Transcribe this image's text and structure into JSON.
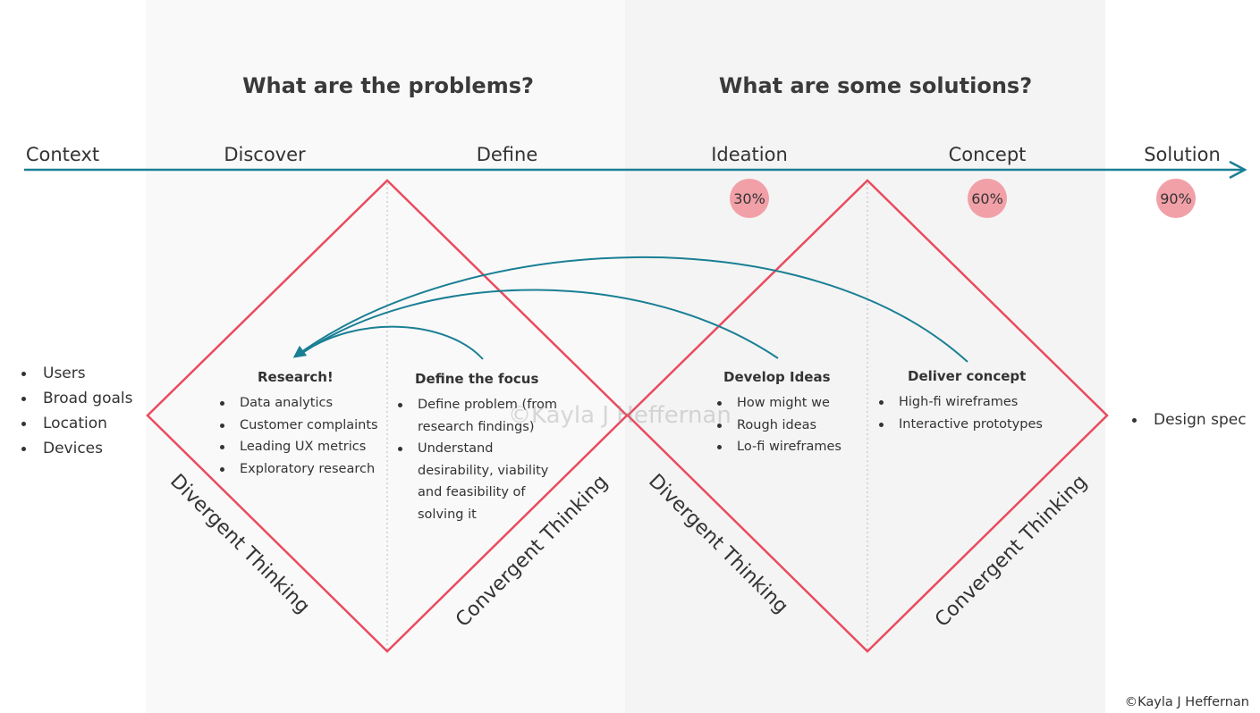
{
  "colors": {
    "timeline": "#1a7f94",
    "diamond": "#e94b5f",
    "badge": "#f2a0a8"
  },
  "headings": {
    "problems": "What are the problems?",
    "solutions": "What are some solutions?"
  },
  "phases": {
    "context": "Context",
    "discover": "Discover",
    "define": "Define",
    "ideation": "Ideation",
    "concept": "Concept",
    "solution": "Solution"
  },
  "badges": {
    "ideation": "30%",
    "concept": "60%",
    "solution": "90%"
  },
  "context_items": [
    "Users",
    "Broad goals",
    "Location",
    "Devices"
  ],
  "research": {
    "title": "Research!",
    "items": [
      "Data analytics",
      "Customer complaints",
      "Leading UX metrics",
      "Exploratory research"
    ]
  },
  "define_focus": {
    "title": "Define the focus",
    "items": [
      "Define problem (from research findings)",
      "Understand desirability, viability and feasibility of solving it"
    ]
  },
  "develop_ideas": {
    "title": "Develop Ideas",
    "items": [
      "How might we",
      "Rough ideas",
      "Lo-fi wireframes"
    ]
  },
  "deliver_concept": {
    "title": "Deliver concept",
    "items": [
      "High-fi wireframes",
      "Interactive prototypes"
    ]
  },
  "solution_items": [
    "Design spec"
  ],
  "thinking": {
    "divergent": "Divergent Thinking",
    "convergent": "Convergent Thinking"
  },
  "watermark": "©Kayla J Heffernan",
  "credit": "©Kayla J Heffernan"
}
